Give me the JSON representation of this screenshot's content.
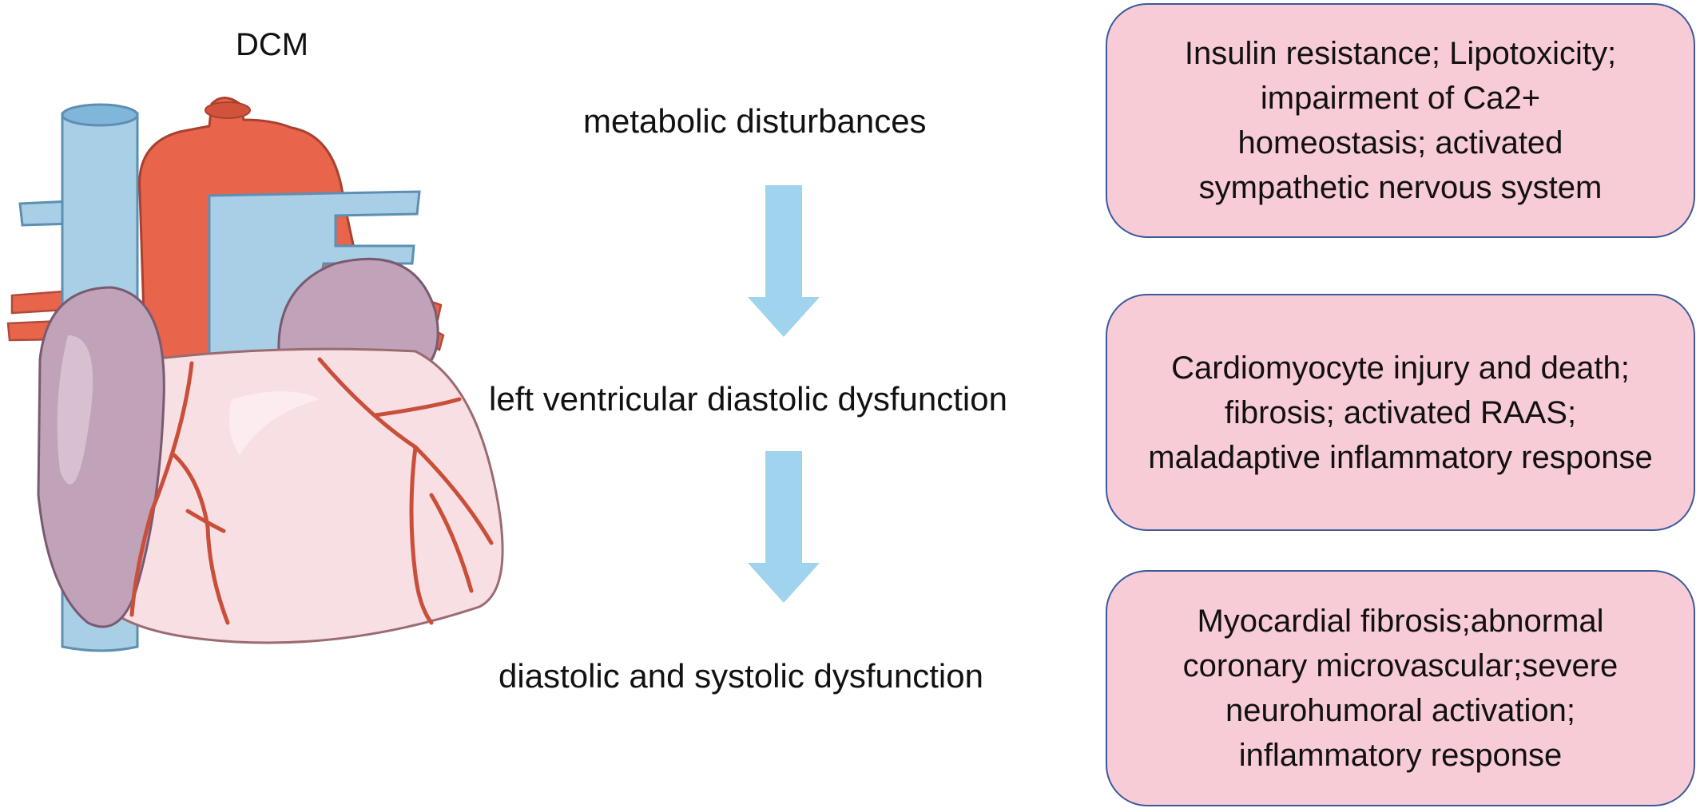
{
  "title": "DCM",
  "stages": [
    {
      "label": "metabolic disturbances"
    },
    {
      "label": "left ventricular diastolic dysfunction"
    },
    {
      "label": "diastolic and systolic dysfunction"
    }
  ],
  "boxes": [
    {
      "lines": [
        "Insulin resistance; Lipotoxicity;",
        "impairment of Ca2+",
        "homeostasis; activated",
        "sympathetic nervous system"
      ]
    },
    {
      "lines": [
        "Cardiomyocyte injury and death;",
        "fibrosis; activated RAAS;",
        "maladaptive inflammatory response"
      ]
    },
    {
      "lines": [
        "Myocardial fibrosis;abnormal",
        "coronary microvascular;severe",
        "neurohumoral activation;",
        "inflammatory response"
      ]
    }
  ],
  "colors": {
    "arrow": "#9fd3ee",
    "box_fill": "#f8ccd6",
    "box_border": "#3a5a9b",
    "heart_muscle": "#f7dfe3",
    "aorta": "#e8654c",
    "vein": "#a9cfe6",
    "atrium": "#c0a3b8"
  }
}
